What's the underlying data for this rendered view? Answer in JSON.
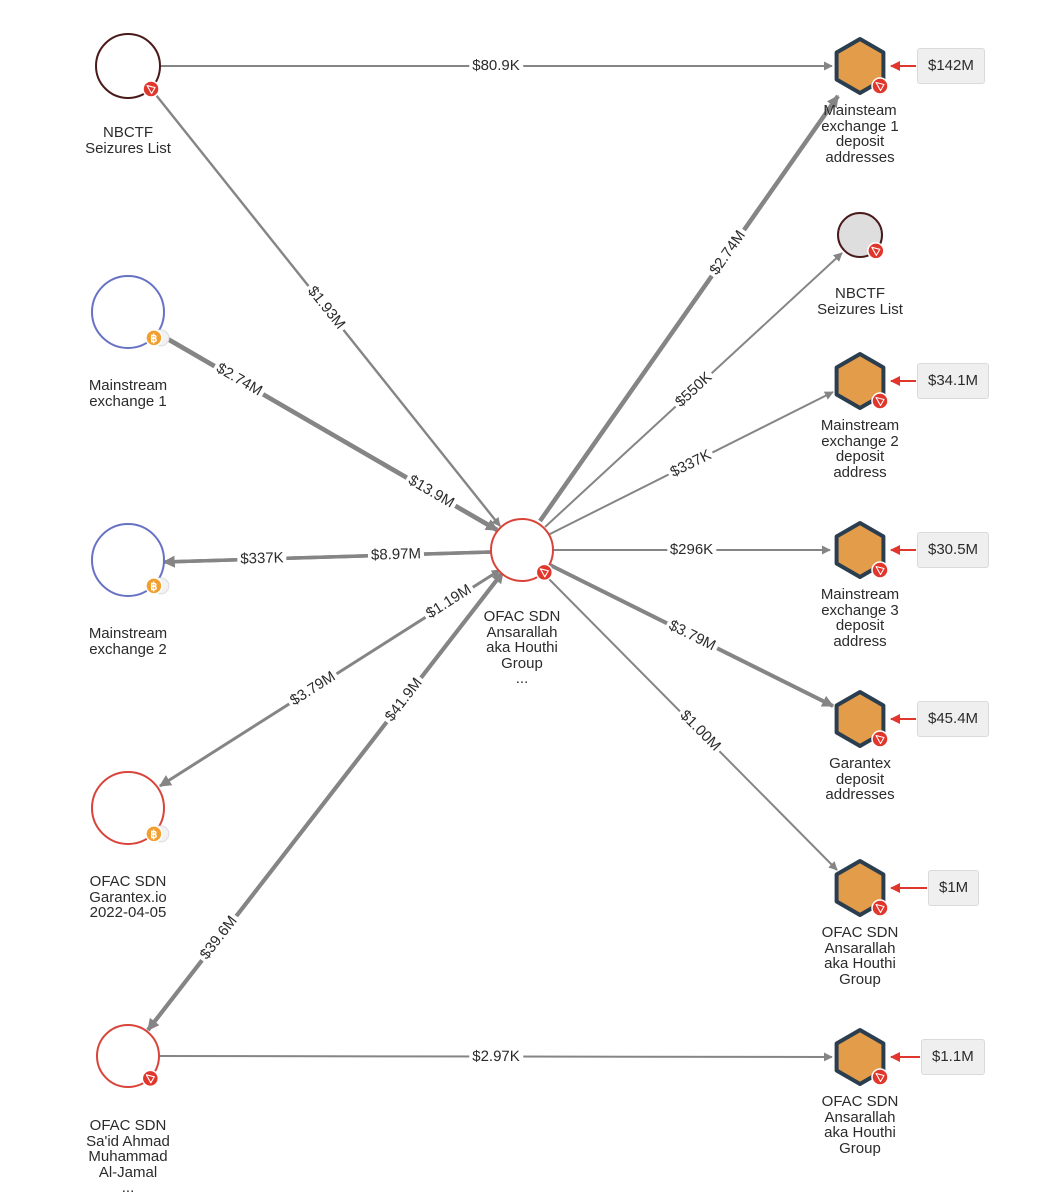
{
  "graph": {
    "nodes": [
      {
        "id": "src_nbctf",
        "shape": "circle",
        "ring": "#4a1a1a",
        "fill": "#ffffff",
        "badge": "tron",
        "label": [
          "NBCTF",
          "Seizures List"
        ]
      },
      {
        "id": "src_me1",
        "shape": "circle",
        "ring": "#6672c4",
        "fill": "#ffffff",
        "badge": "bitcoin",
        "label": [
          "Mainstream",
          "exchange 1"
        ]
      },
      {
        "id": "src_me2",
        "shape": "circle",
        "ring": "#6672c4",
        "fill": "#ffffff",
        "badge": "bitcoin",
        "label": [
          "Mainstream",
          "exchange 2"
        ]
      },
      {
        "id": "src_garantex",
        "shape": "circle",
        "ring": "#d9443a",
        "fill": "#ffffff",
        "badge": "bitcoin",
        "label": [
          "OFAC SDN",
          "Garantex.io",
          "2022-04-05"
        ]
      },
      {
        "id": "src_jamal",
        "shape": "circle",
        "ring": "#d9443a",
        "fill": "#ffffff",
        "badge": "tron",
        "label": [
          "OFAC SDN",
          "Sa'id Ahmad",
          "Muhammad",
          "Al-Jamal",
          "..."
        ]
      },
      {
        "id": "center",
        "shape": "circle",
        "ring": "#d9443a",
        "fill": "#ffffff",
        "badge": "tron",
        "label": [
          "OFAC SDN",
          "Ansarallah",
          "aka Houthi",
          "Group",
          "..."
        ]
      },
      {
        "id": "dst_me1",
        "shape": "hex",
        "fill": "#e39c4a",
        "stroke": "#2b3e50",
        "badge": "tron",
        "label": [
          "Mainsteam",
          "exchange 1",
          "deposit",
          "addresses"
        ],
        "amount": "$142M"
      },
      {
        "id": "dst_nbctf",
        "shape": "circle",
        "ring": "#4a1a1a",
        "fill": "#dedede",
        "badge": "tron",
        "label": [
          "NBCTF",
          "Seizures List"
        ]
      },
      {
        "id": "dst_me2",
        "shape": "hex",
        "fill": "#e39c4a",
        "stroke": "#2b3e50",
        "badge": "tron",
        "label": [
          "Mainstream",
          "exchange 2",
          "deposit",
          "address"
        ],
        "amount": "$34.1M"
      },
      {
        "id": "dst_me3",
        "shape": "hex",
        "fill": "#e39c4a",
        "stroke": "#2b3e50",
        "badge": "tron",
        "label": [
          "Mainstream",
          "exchange 3",
          "deposit",
          "address"
        ],
        "amount": "$30.5M"
      },
      {
        "id": "dst_garantex",
        "shape": "hex",
        "fill": "#e39c4a",
        "stroke": "#2b3e50",
        "badge": "tron",
        "label": [
          "Garantex",
          "deposit",
          "addresses"
        ],
        "amount": "$45.4M"
      },
      {
        "id": "dst_houthi1",
        "shape": "hex",
        "fill": "#e39c4a",
        "stroke": "#2b3e50",
        "badge": "tron",
        "label": [
          "OFAC SDN",
          "Ansarallah",
          "aka Houthi",
          "Group"
        ],
        "amount": "$1M"
      },
      {
        "id": "dst_houthi2",
        "shape": "hex",
        "fill": "#e39c4a",
        "stroke": "#2b3e50",
        "badge": "tron",
        "label": [
          "OFAC SDN",
          "Ansarallah",
          "aka Houthi",
          "Group"
        ],
        "amount": "$1.1M"
      }
    ],
    "edges": [
      {
        "from": "src_nbctf",
        "to": "dst_me1",
        "label": "$80.9K"
      },
      {
        "from": "src_nbctf",
        "to": "center",
        "label": "$1.93M"
      },
      {
        "from": "src_me1",
        "to": "center",
        "label": "$2.74M"
      },
      {
        "from": "src_me1",
        "to": "center",
        "label": "$13.9M"
      },
      {
        "from": "center",
        "to": "src_me2",
        "label": "$337K"
      },
      {
        "from": "src_me2",
        "to": "center",
        "label": "$8.97M"
      },
      {
        "from": "src_garantex",
        "to": "center",
        "label": "$1.19M"
      },
      {
        "from": "center",
        "to": "src_garantex",
        "label": "$3.79M"
      },
      {
        "from": "src_jamal",
        "to": "center",
        "label": "$41.9M"
      },
      {
        "from": "center",
        "to": "src_jamal",
        "label": "$39.6M"
      },
      {
        "from": "src_jamal",
        "to": "dst_houthi2",
        "label": "$2.97K"
      },
      {
        "from": "center",
        "to": "dst_me1",
        "label": "$2.74M"
      },
      {
        "from": "center",
        "to": "dst_nbctf",
        "label": "$550K"
      },
      {
        "from": "center",
        "to": "dst_me2",
        "label": "$337K"
      },
      {
        "from": "center",
        "to": "dst_me3",
        "label": "$296K"
      },
      {
        "from": "center",
        "to": "dst_garantex",
        "label": "$3.79M"
      },
      {
        "from": "center",
        "to": "dst_houthi1",
        "label": "$1.00M"
      }
    ]
  },
  "colors": {
    "edge": "#858585",
    "incoming_arrow": "#e0362c",
    "tron_badge": "#e0362c",
    "bitcoin_badge": "#f0a030"
  }
}
